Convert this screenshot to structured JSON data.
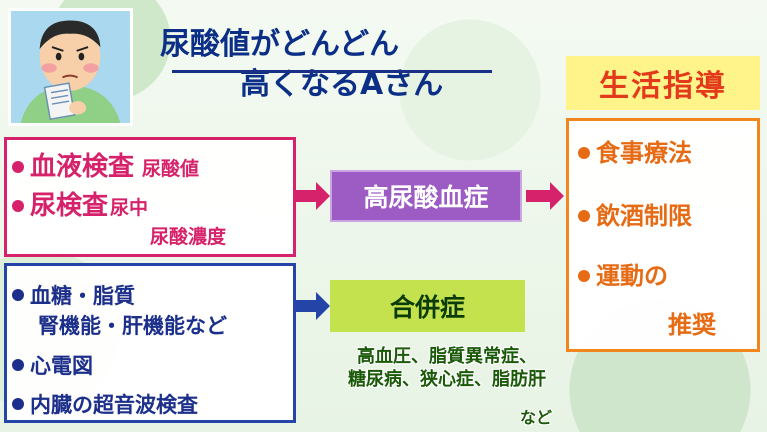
{
  "title": {
    "line1": "尿酸値がどんどん",
    "line2": "高くなるAさん"
  },
  "blood_box": {
    "item1_main": "血液検査",
    "item1_sub": "尿酸値",
    "item2_main": "尿検査",
    "item2_sub1": "尿中",
    "item2_sub2": "尿酸濃度"
  },
  "other_box": {
    "item1_line1": "血糖・脂質",
    "item1_line2": "腎機能・肝機能など",
    "item2": "心電図",
    "item3": "内臓の超音波検査"
  },
  "center": {
    "hyperuricemia": "高尿酸血症",
    "complications": "合併症",
    "complication_list_line1": "高血圧、脂質異常症、",
    "complication_list_line2": "糖尿病、狭心症、脂肪肝",
    "complication_list_etc": "など"
  },
  "lifestyle": {
    "header": "生活指導",
    "item1": "食事療法",
    "item2": "飲酒制限",
    "item3_line1": "運動の",
    "item3_line2": "推奨"
  },
  "colors": {
    "pink": "#d6226a",
    "blue": "#1c2f8b",
    "purple": "#9d5cc4",
    "lime": "#c3e24e",
    "orange": "#f2861d",
    "yellow": "#fff48a"
  }
}
